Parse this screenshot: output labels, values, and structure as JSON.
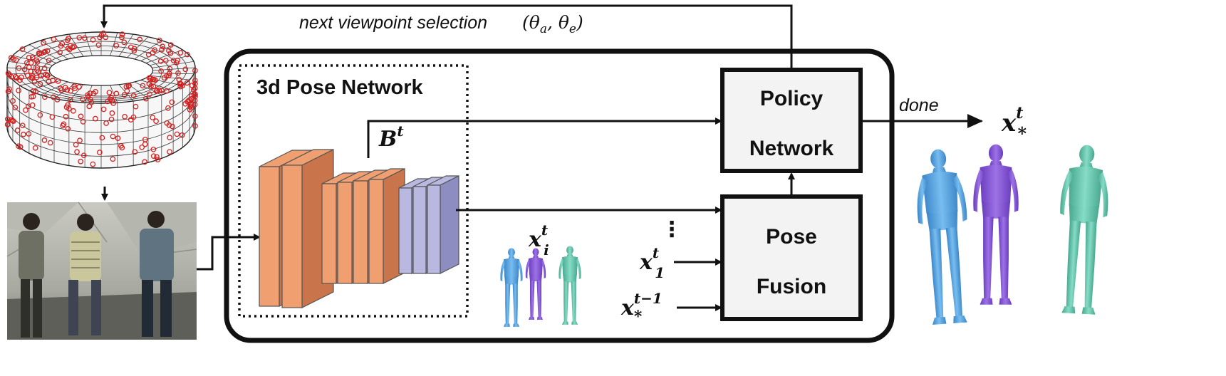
{
  "labels": {
    "feedback": "next viewpoint selection",
    "feedback_math": "(θa, θe)",
    "pose_network": "3d Pose Network",
    "policy_line1": "Policy",
    "policy_line2": "Network",
    "fusion_line1": "Pose",
    "fusion_line2": "Fusion",
    "done": "done",
    "b_t": "Bt",
    "x_i_t": "x_i^t",
    "x_1_t": "x_1^t",
    "x_star_prev": "x_*^(t-1)",
    "x_star_t": "x_*^t",
    "vdots": "⋮"
  },
  "colors": {
    "conv": "#f0a070",
    "conv_dark": "#c9744a",
    "fc": "#b8b8e0",
    "fc_dark": "#8d8dc2",
    "box_fill": "#f3f3f3",
    "sphere_marker": "#d42020",
    "figure_blue": "#5fa8e0",
    "figure_purple": "#8a5cd6",
    "figure_teal": "#6cc6b0"
  },
  "icons": {
    "sphere": "camera-dome-icon",
    "photo": "multi-person-photo",
    "figures": "human-mesh-icon"
  }
}
